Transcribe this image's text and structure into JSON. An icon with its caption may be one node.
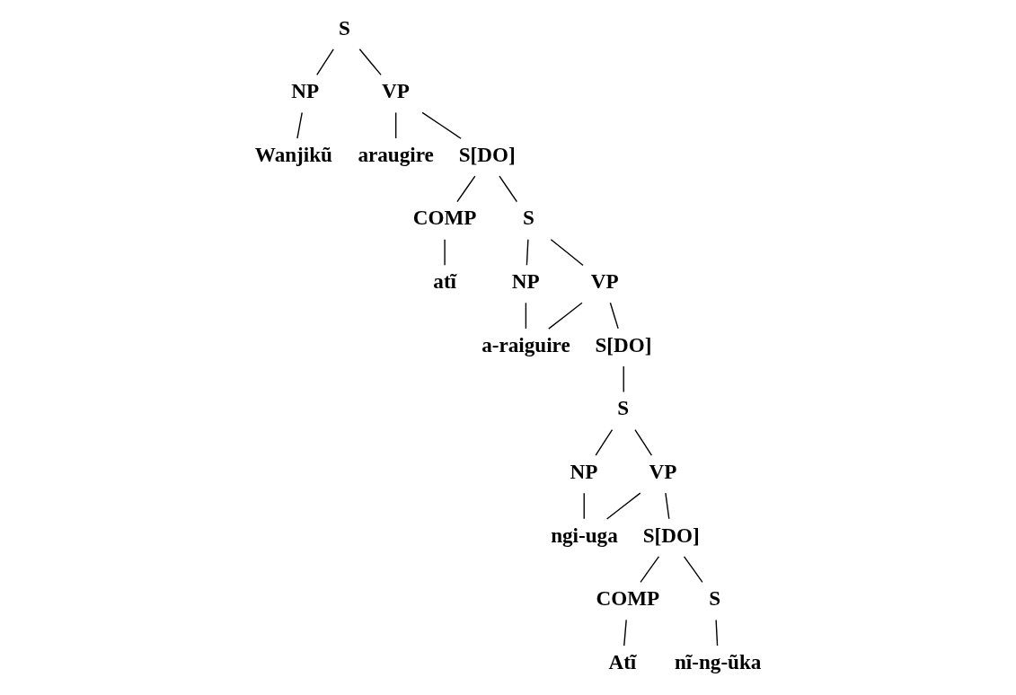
{
  "diagram": {
    "nodes": [
      {
        "text": [
          "S"
        ]
      },
      {
        "text": [
          "NP"
        ]
      },
      {
        "text": [
          "VP"
        ]
      },
      {
        "text": [
          "Wanjikũ"
        ]
      },
      {
        "text": [
          "araugire"
        ]
      },
      {
        "text": [
          "S[DO]"
        ]
      },
      {
        "text": [
          "COMP"
        ]
      },
      {
        "text": [
          "S"
        ]
      },
      {
        "text": [
          "atĩ"
        ]
      },
      {
        "text": [
          "NP"
        ]
      },
      {
        "text": [
          "VP"
        ]
      },
      {
        "text": [
          "a-raiguire"
        ]
      },
      {
        "text": [
          "S[DO]"
        ]
      },
      {
        "text": [
          "S"
        ]
      },
      {
        "text": [
          "NP"
        ]
      },
      {
        "text": [
          "VP"
        ]
      },
      {
        "text": [
          "ngi-uga"
        ]
      },
      {
        "text": [
          "S[DO]"
        ]
      },
      {
        "text": [
          "COMP"
        ]
      },
      {
        "text": [
          "S"
        ]
      },
      {
        "text": [
          "Atĩ"
        ]
      },
      {
        "text": [
          "nĩ-ng-ũka"
        ]
      }
    ],
    "edges": [
      {
        "from": 0,
        "to": 1,
        "arrow": "none"
      },
      {
        "from": 0,
        "to": 2,
        "arrow": "none"
      },
      {
        "from": 1,
        "to": 3,
        "arrow": "none"
      },
      {
        "from": 2,
        "to": 4,
        "arrow": "none"
      },
      {
        "from": 2,
        "to": 5,
        "arrow": "none"
      },
      {
        "from": 5,
        "to": 6,
        "arrow": "none"
      },
      {
        "from": 5,
        "to": 7,
        "arrow": "none"
      },
      {
        "from": 6,
        "to": 8,
        "arrow": "none"
      },
      {
        "from": 7,
        "to": 9,
        "arrow": "none"
      },
      {
        "from": 7,
        "to": 10,
        "arrow": "none"
      },
      {
        "from": 9,
        "to": 11,
        "arrow": "none"
      },
      {
        "from": 10,
        "to": 11,
        "arrow": "none"
      },
      {
        "from": 10,
        "to": 12,
        "arrow": "none"
      },
      {
        "from": 12,
        "to": 13,
        "arrow": "none"
      },
      {
        "from": 13,
        "to": 14,
        "arrow": "none"
      },
      {
        "from": 13,
        "to": 15,
        "arrow": "none"
      },
      {
        "from": 14,
        "to": 16,
        "arrow": "none"
      },
      {
        "from": 15,
        "to": 16,
        "arrow": "none"
      },
      {
        "from": 15,
        "to": 17,
        "arrow": "none"
      },
      {
        "from": 17,
        "to": 18,
        "arrow": "none"
      },
      {
        "from": 17,
        "to": 19,
        "arrow": "none"
      },
      {
        "from": 18,
        "to": 20,
        "arrow": "none"
      },
      {
        "from": 19,
        "to": 21,
        "arrow": "none"
      }
    ]
  }
}
